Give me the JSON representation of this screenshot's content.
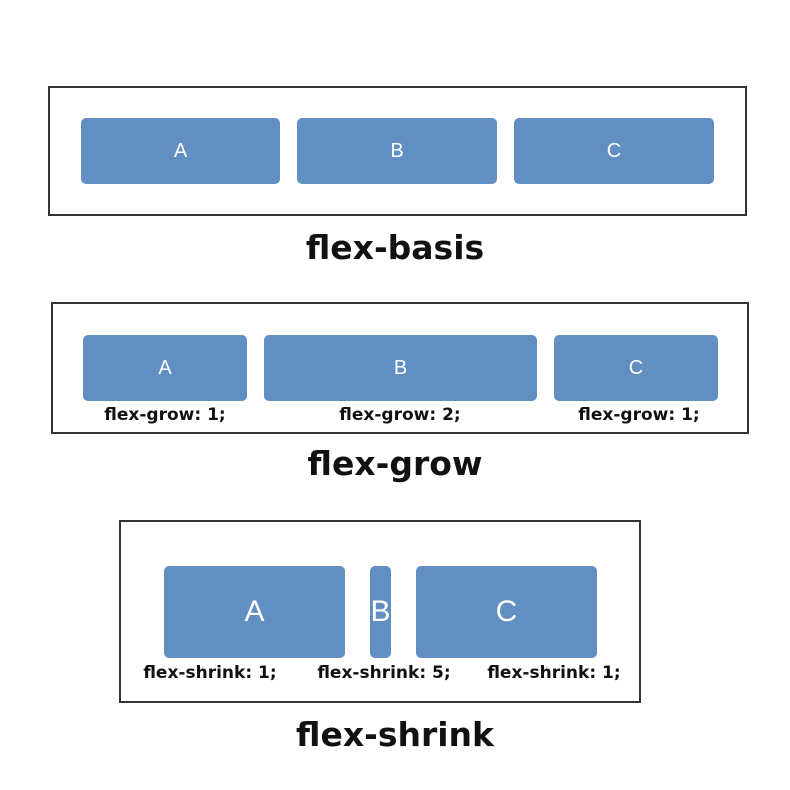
{
  "colors": {
    "box_fill": "#628fc2",
    "box_text": "#ffffff",
    "border": "#333333",
    "text": "#111111"
  },
  "basis": {
    "boxes": [
      "A",
      "B",
      "C"
    ],
    "caption": "flex-basis"
  },
  "grow": {
    "boxes": [
      "A",
      "B",
      "C"
    ],
    "notes": [
      "flex-grow: 1;",
      "flex-grow: 2;",
      "flex-grow: 1;"
    ],
    "caption": "flex-grow"
  },
  "shrink": {
    "boxes": [
      "A",
      "B",
      "C"
    ],
    "notes": [
      "flex-shrink: 1;",
      "flex-shrink: 5;",
      "flex-shrink: 1;"
    ],
    "caption": "flex-shrink"
  }
}
